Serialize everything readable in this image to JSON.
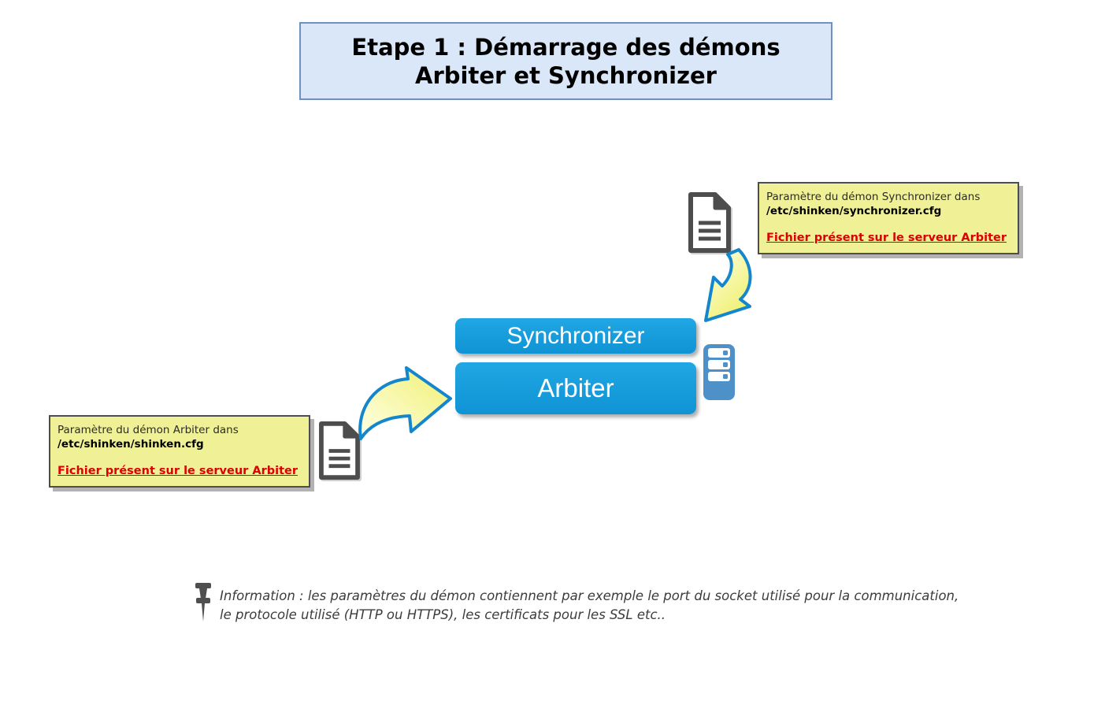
{
  "title": {
    "line1": "Etape 1 : Démarrage des démons",
    "line2": "Arbiter et Synchronizer"
  },
  "buttons": {
    "synchronizer": "Synchronizer",
    "arbiter": "Arbiter"
  },
  "notes": {
    "synchronizer": {
      "intro": "Paramètre du démon Synchronizer dans",
      "path": "/etc/shinken/synchronizer.cfg",
      "link": "Fichier présent sur le serveur Arbiter"
    },
    "arbiter": {
      "intro": "Paramètre du démon Arbiter dans",
      "path": "/etc/shinken/shinken.cfg",
      "link": "Fichier présent sur le serveur Arbiter"
    }
  },
  "info": {
    "line1": "Information : les paramètres du démon contiennent par exemple le port du socket utilisé pour la communication,",
    "line2": "le protocole utilisé (HTTP ou HTTPS), les certificats pour les SSL etc.."
  },
  "icons": {
    "config_file": "document-icon",
    "server": "server-icon",
    "pin": "pushpin-icon",
    "flow_arrow": "curved-arrow-icon"
  },
  "colors": {
    "accent_blue": "#1297d9",
    "server_blue": "#4e90c8",
    "note_yellow": "#f0f096",
    "title_bg": "#d9e7f8",
    "title_border": "#7091c0",
    "link_red": "#dd0000",
    "icon_gray": "#4d4d4d",
    "arrow_stroke": "#1486cc",
    "arrow_fill": "#f2f270"
  }
}
